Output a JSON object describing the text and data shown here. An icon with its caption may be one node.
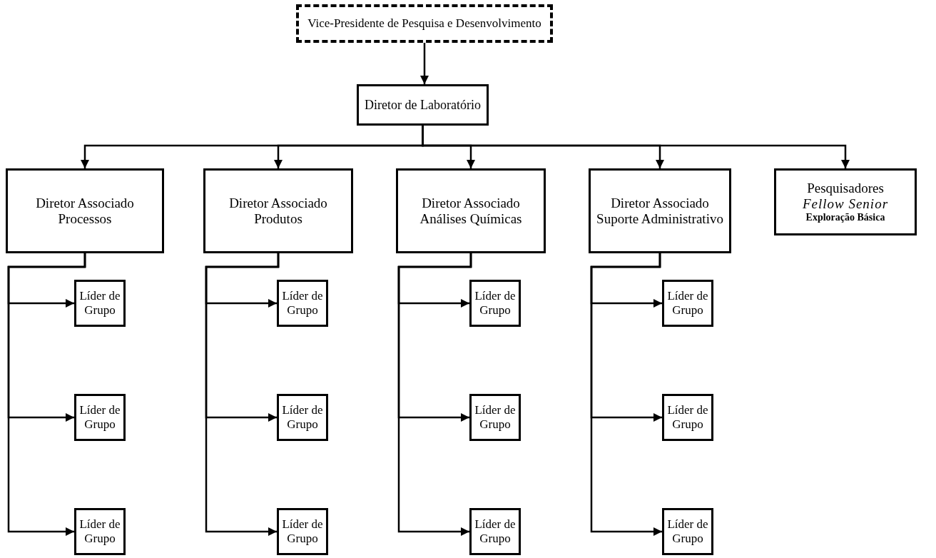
{
  "diagram": {
    "nodes": [
      {
        "text": [
          "Vice-Presidente de Pesquisa e Desenvolvimento"
        ]
      },
      {
        "text": [
          "Diretor de Laboratório"
        ]
      },
      {
        "text": [
          "Diretor Associado Processos"
        ]
      },
      {
        "text": [
          "Diretor Associado Produtos"
        ]
      },
      {
        "text": [
          "Diretor Associado Análises Químicas"
        ]
      },
      {
        "text": [
          "Diretor Associado Suporte Administrativo"
        ]
      },
      {
        "text": [
          "Pesquisadores",
          "Fellow Senior",
          "Exploração Básica"
        ]
      },
      {
        "text": [
          "Líder de Grupo"
        ]
      },
      {
        "text": [
          "Líder de Grupo"
        ]
      },
      {
        "text": [
          "Líder de Grupo"
        ]
      },
      {
        "text": [
          "Líder de Grupo"
        ]
      },
      {
        "text": [
          "Líder de Grupo"
        ]
      },
      {
        "text": [
          "Líder de Grupo"
        ]
      },
      {
        "text": [
          "Líder de Grupo"
        ]
      },
      {
        "text": [
          "Líder de Grupo"
        ]
      },
      {
        "text": [
          "Líder de Grupo"
        ]
      },
      {
        "text": [
          "Líder de Grupo"
        ]
      },
      {
        "text": [
          "Líder de Grupo"
        ]
      },
      {
        "text": [
          "Líder de Grupo"
        ]
      }
    ],
    "edges": [
      {
        "from": 0,
        "to": 1,
        "arrow": "to"
      },
      {
        "from": 1,
        "to": 2,
        "arrow": "to"
      },
      {
        "from": 1,
        "to": 3,
        "arrow": "to"
      },
      {
        "from": 1,
        "to": 4,
        "arrow": "to"
      },
      {
        "from": 1,
        "to": 5,
        "arrow": "to"
      },
      {
        "from": 1,
        "to": 6,
        "arrow": "to"
      },
      {
        "from": 2,
        "to": 7,
        "arrow": "to"
      },
      {
        "from": 2,
        "to": 8,
        "arrow": "to"
      },
      {
        "from": 2,
        "to": 9,
        "arrow": "to"
      },
      {
        "from": 3,
        "to": 10,
        "arrow": "to"
      },
      {
        "from": 3,
        "to": 11,
        "arrow": "to"
      },
      {
        "from": 3,
        "to": 12,
        "arrow": "to"
      },
      {
        "from": 4,
        "to": 13,
        "arrow": "to"
      },
      {
        "from": 4,
        "to": 14,
        "arrow": "to"
      },
      {
        "from": 4,
        "to": 15,
        "arrow": "to"
      },
      {
        "from": 5,
        "to": 16,
        "arrow": "to"
      },
      {
        "from": 5,
        "to": 17,
        "arrow": "to"
      },
      {
        "from": 5,
        "to": 18,
        "arrow": "to"
      }
    ]
  }
}
